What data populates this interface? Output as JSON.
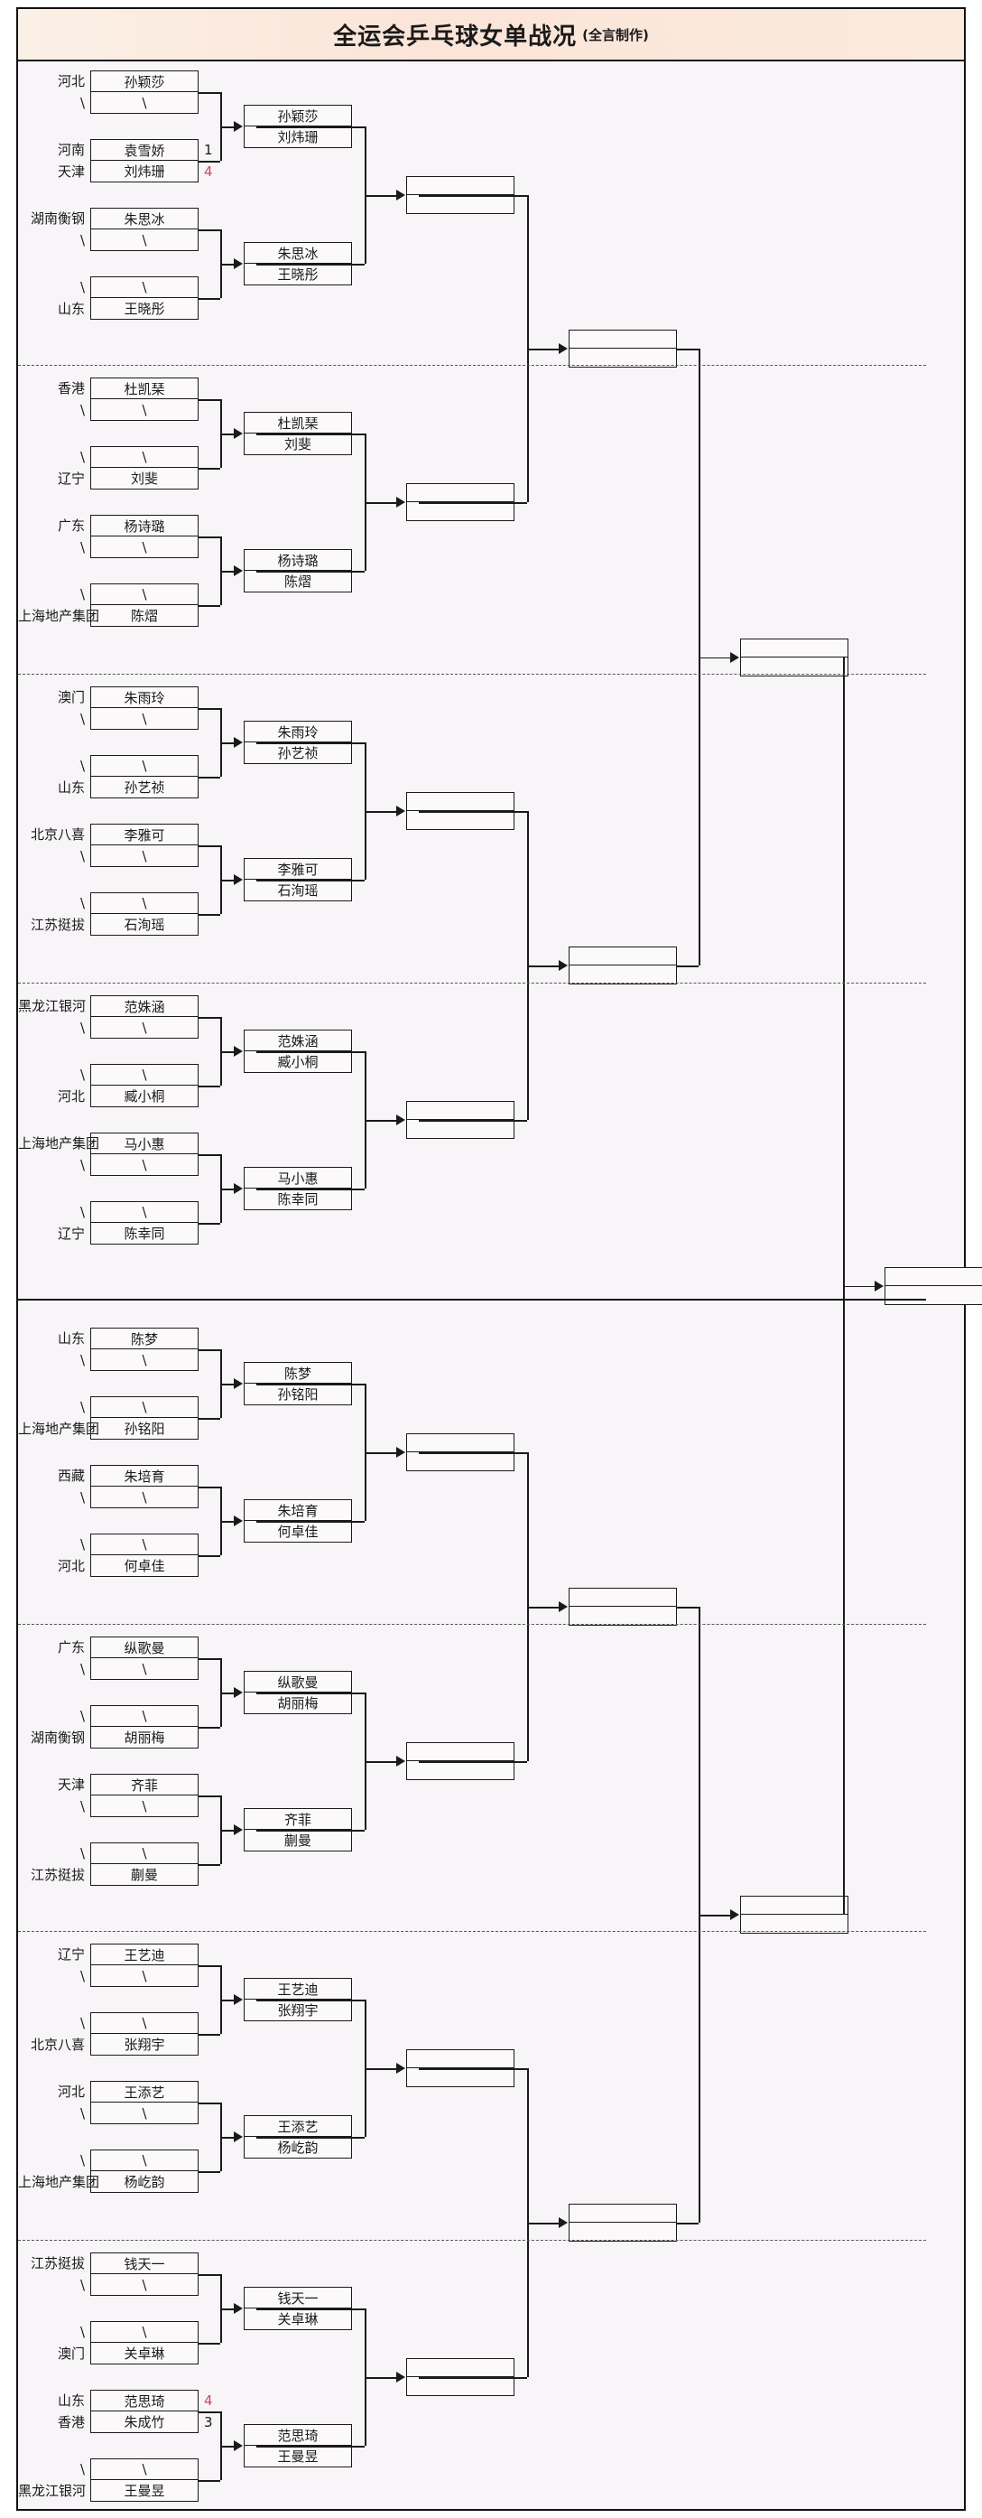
{
  "title": {
    "main": "全运会乒乓球女单战况",
    "sub": "(全言制作)"
  },
  "colors": {
    "title_bg_start": "#fbf0e6",
    "title_bg_end": "#fbeade",
    "board_bg": "#f7f5f7",
    "box_bg": "#fbf9fa",
    "line": "#1a1a1a",
    "score_highlight": "#c94a63"
  },
  "labels": {
    "bye": "\\"
  },
  "round1": [
    {
      "province": "河北",
      "player": "孙颖莎",
      "score": ""
    },
    {
      "province": "\\",
      "player": "\\",
      "score": ""
    },
    {
      "province": "河南",
      "player": "袁雪娇",
      "score": "1"
    },
    {
      "province": "天津",
      "player": "刘炜珊",
      "score": "4"
    },
    {
      "province": "湖南衡钢",
      "player": "朱思冰",
      "score": ""
    },
    {
      "province": "\\",
      "player": "\\",
      "score": ""
    },
    {
      "province": "\\",
      "player": "\\",
      "score": ""
    },
    {
      "province": "山东",
      "player": "王晓彤",
      "score": ""
    },
    {
      "province": "香港",
      "player": "杜凯琹",
      "score": ""
    },
    {
      "province": "\\",
      "player": "\\",
      "score": ""
    },
    {
      "province": "\\",
      "player": "\\",
      "score": ""
    },
    {
      "province": "辽宁",
      "player": "刘斐",
      "score": ""
    },
    {
      "province": "广东",
      "player": "杨诗璐",
      "score": ""
    },
    {
      "province": "\\",
      "player": "\\",
      "score": ""
    },
    {
      "province": "\\",
      "player": "\\",
      "score": ""
    },
    {
      "province": "上海地产集团",
      "player": "陈熠",
      "score": ""
    },
    {
      "province": "澳门",
      "player": "朱雨玲",
      "score": ""
    },
    {
      "province": "\\",
      "player": "\\",
      "score": ""
    },
    {
      "province": "\\",
      "player": "\\",
      "score": ""
    },
    {
      "province": "山东",
      "player": "孙艺祯",
      "score": ""
    },
    {
      "province": "北京八喜",
      "player": "李雅可",
      "score": ""
    },
    {
      "province": "\\",
      "player": "\\",
      "score": ""
    },
    {
      "province": "\\",
      "player": "\\",
      "score": ""
    },
    {
      "province": "江苏挺拔",
      "player": "石洵瑶",
      "score": ""
    },
    {
      "province": "黑龙江银河",
      "player": "范姝涵",
      "score": ""
    },
    {
      "province": "\\",
      "player": "\\",
      "score": ""
    },
    {
      "province": "\\",
      "player": "\\",
      "score": ""
    },
    {
      "province": "河北",
      "player": "臧小桐",
      "score": ""
    },
    {
      "province": "上海地产集团",
      "player": "马小惠",
      "score": ""
    },
    {
      "province": "\\",
      "player": "\\",
      "score": ""
    },
    {
      "province": "\\",
      "player": "\\",
      "score": ""
    },
    {
      "province": "辽宁",
      "player": "陈幸同",
      "score": ""
    },
    {
      "province": "山东",
      "player": "陈梦",
      "score": ""
    },
    {
      "province": "\\",
      "player": "\\",
      "score": ""
    },
    {
      "province": "\\",
      "player": "\\",
      "score": ""
    },
    {
      "province": "上海地产集团",
      "player": "孙铭阳",
      "score": ""
    },
    {
      "province": "西藏",
      "player": "朱培育",
      "score": ""
    },
    {
      "province": "\\",
      "player": "\\",
      "score": ""
    },
    {
      "province": "\\",
      "player": "\\",
      "score": ""
    },
    {
      "province": "河北",
      "player": "何卓佳",
      "score": ""
    },
    {
      "province": "广东",
      "player": "纵歌曼",
      "score": ""
    },
    {
      "province": "\\",
      "player": "\\",
      "score": ""
    },
    {
      "province": "\\",
      "player": "\\",
      "score": ""
    },
    {
      "province": "湖南衡钢",
      "player": "胡丽梅",
      "score": ""
    },
    {
      "province": "天津",
      "player": "齐菲",
      "score": ""
    },
    {
      "province": "\\",
      "player": "\\",
      "score": ""
    },
    {
      "province": "\\",
      "player": "\\",
      "score": ""
    },
    {
      "province": "江苏挺拔",
      "player": "蒯曼",
      "score": ""
    },
    {
      "province": "辽宁",
      "player": "王艺迪",
      "score": ""
    },
    {
      "province": "\\",
      "player": "\\",
      "score": ""
    },
    {
      "province": "\\",
      "player": "\\",
      "score": ""
    },
    {
      "province": "北京八喜",
      "player": "张翔宇",
      "score": ""
    },
    {
      "province": "河北",
      "player": "王添艺",
      "score": ""
    },
    {
      "province": "\\",
      "player": "\\",
      "score": ""
    },
    {
      "province": "\\",
      "player": "\\",
      "score": ""
    },
    {
      "province": "上海地产集团",
      "player": "杨屹韵",
      "score": ""
    },
    {
      "province": "江苏挺拔",
      "player": "钱天一",
      "score": ""
    },
    {
      "province": "\\",
      "player": "\\",
      "score": ""
    },
    {
      "province": "\\",
      "player": "\\",
      "score": ""
    },
    {
      "province": "澳门",
      "player": "关卓琳",
      "score": ""
    },
    {
      "province": "山东",
      "player": "范思琦",
      "score": "4"
    },
    {
      "province": "香港",
      "player": "朱成竹",
      "score": "3"
    },
    {
      "province": "\\",
      "player": "\\",
      "score": ""
    },
    {
      "province": "黑龙江银河",
      "player": "王曼昱",
      "score": ""
    }
  ],
  "round2": [
    {
      "top": "孙颖莎",
      "bottom": "刘炜珊"
    },
    {
      "top": "朱思冰",
      "bottom": "王晓彤"
    },
    {
      "top": "杜凯琹",
      "bottom": "刘斐"
    },
    {
      "top": "杨诗璐",
      "bottom": "陈熠"
    },
    {
      "top": "朱雨玲",
      "bottom": "孙艺祯"
    },
    {
      "top": "李雅可",
      "bottom": "石洵瑶"
    },
    {
      "top": "范姝涵",
      "bottom": "臧小桐"
    },
    {
      "top": "马小惠",
      "bottom": "陈幸同"
    },
    {
      "top": "陈梦",
      "bottom": "孙铭阳"
    },
    {
      "top": "朱培育",
      "bottom": "何卓佳"
    },
    {
      "top": "纵歌曼",
      "bottom": "胡丽梅"
    },
    {
      "top": "齐菲",
      "bottom": "蒯曼"
    },
    {
      "top": "王艺迪",
      "bottom": "张翔宇"
    },
    {
      "top": "王添艺",
      "bottom": "杨屹韵"
    },
    {
      "top": "钱天一",
      "bottom": "关卓琳"
    },
    {
      "top": "范思琦",
      "bottom": "王曼昱"
    }
  ],
  "round3": [
    {
      "top": "",
      "bottom": ""
    },
    {
      "top": "",
      "bottom": ""
    },
    {
      "top": "",
      "bottom": ""
    },
    {
      "top": "",
      "bottom": ""
    },
    {
      "top": "",
      "bottom": ""
    },
    {
      "top": "",
      "bottom": ""
    },
    {
      "top": "",
      "bottom": ""
    },
    {
      "top": "",
      "bottom": ""
    }
  ],
  "round4": [
    {
      "top": "",
      "bottom": ""
    },
    {
      "top": "",
      "bottom": ""
    },
    {
      "top": "",
      "bottom": ""
    },
    {
      "top": "",
      "bottom": ""
    }
  ],
  "round5": [
    {
      "top": "",
      "bottom": ""
    },
    {
      "top": "",
      "bottom": ""
    }
  ],
  "final": [
    {
      "top": "",
      "bottom": ""
    }
  ]
}
